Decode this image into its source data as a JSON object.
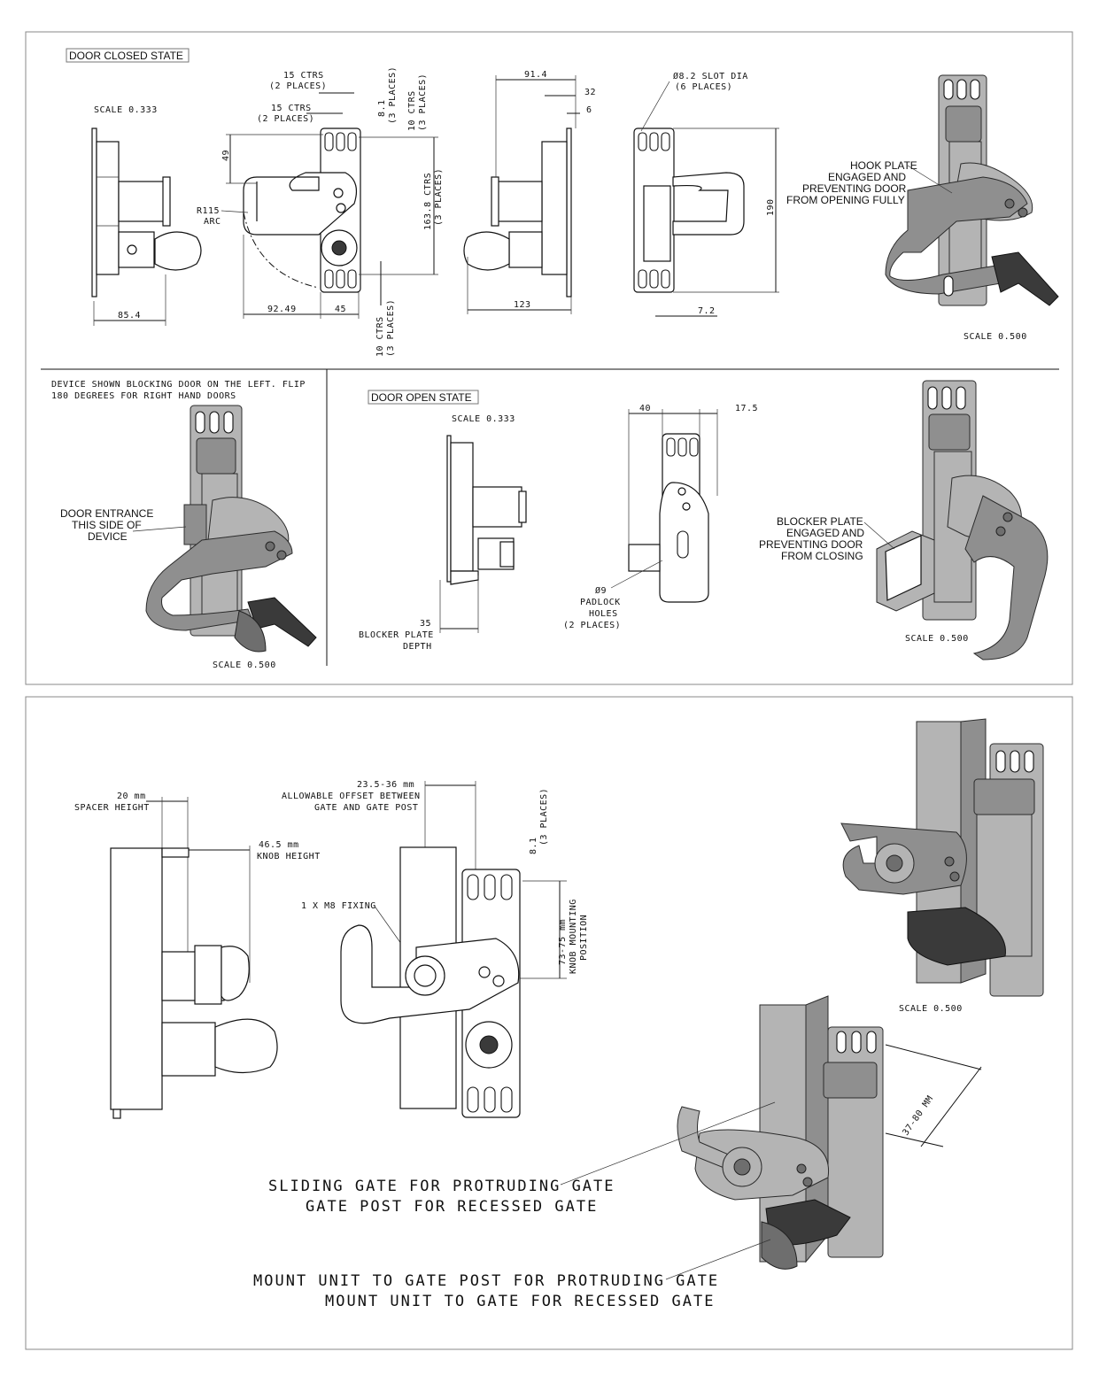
{
  "top_panel": {
    "state_closed": "DOOR CLOSED STATE",
    "scale_a": "SCALE 0.333",
    "dim_15_ctrs_1": "15 CTRS",
    "dim_2_places_1": "(2 PLACES)",
    "dim_15_ctrs_2": "15 CTRS",
    "dim_2_places_2": "(2 PLACES)",
    "dim_8_1": "8.1",
    "dim_3_places_a": "(3 PLACES)",
    "dim_10_ctrs_a": "10 CTRS",
    "dim_3_places_b": "(3 PLACES)",
    "dim_49": "49",
    "dim_r115": "R115",
    "dim_arc": "ARC",
    "dim_163_8": "163.8 CTRS",
    "dim_3_places_c": "(3 PLACES)",
    "dim_85_4": "85.4",
    "dim_92_49": "92.49",
    "dim_45": "45",
    "dim_10_ctrs_b": "10 CTRS",
    "dim_3_places_d": "(3 PLACES)",
    "dim_91_4": "91.4",
    "dim_32": "32",
    "dim_6": "6",
    "dim_123": "123",
    "dim_slot": "Ø8.2 SLOT DIA",
    "dim_6_places": "(6 PLACES)",
    "dim_190": "190",
    "dim_7_2": "7.2",
    "note_hook": [
      "HOOK PLATE",
      "ENGAGED AND",
      "PREVENTING DOOR",
      "FROM OPENING FULLY"
    ],
    "scale_b": "SCALE 0.500"
  },
  "middle_left": {
    "note_device": [
      "DEVICE SHOWN BLOCKING DOOR ON THE LEFT. FLIP",
      "180 DEGREES FOR RIGHT HAND DOORS"
    ],
    "note_entrance": [
      "DOOR ENTRANCE",
      "THIS SIDE OF",
      "DEVICE"
    ],
    "scale": "SCALE 0.500"
  },
  "middle_right": {
    "state_open": "DOOR OPEN STATE",
    "scale_a": "SCALE 0.333",
    "dim_35": "35",
    "blocker_depth": [
      "BLOCKER PLATE",
      "DEPTH"
    ],
    "dim_40": "40",
    "dim_17_5": "17.5",
    "padlock": [
      "Ø9",
      "PADLOCK",
      "HOLES",
      "(2 PLACES)"
    ],
    "note_blocker": [
      "BLOCKER PLATE",
      "ENGAGED AND",
      "PREVENTING DOOR",
      "FROM CLOSING"
    ],
    "scale_b": "SCALE 0.500"
  },
  "bottom_panel": {
    "spacer": [
      "20 mm",
      "SPACER HEIGHT"
    ],
    "knob": [
      "46.5 mm",
      "KNOB HEIGHT"
    ],
    "offset": [
      "23.5-36 mm",
      "ALLOWABLE OFFSET BETWEEN",
      "GATE AND GATE POST"
    ],
    "dim_8_1": "8.1",
    "dim_3_places": "(3 PLACES)",
    "fixing": "1 X M8 FIXING",
    "knob_mount": [
      "73-75 mm",
      "KNOB MOUNTING",
      "POSITION"
    ],
    "dim_37_80": "37-80 MM",
    "scale": "SCALE 0.500",
    "sliding_gate": [
      "SLIDING GATE FOR PROTRUDING GATE",
      "GATE POST FOR RECESSED GATE"
    ],
    "mount_unit": [
      "MOUNT UNIT TO GATE POST FOR PROTRUDING GATE",
      "MOUNT UNIT TO GATE FOR RECESSED GATE"
    ]
  }
}
